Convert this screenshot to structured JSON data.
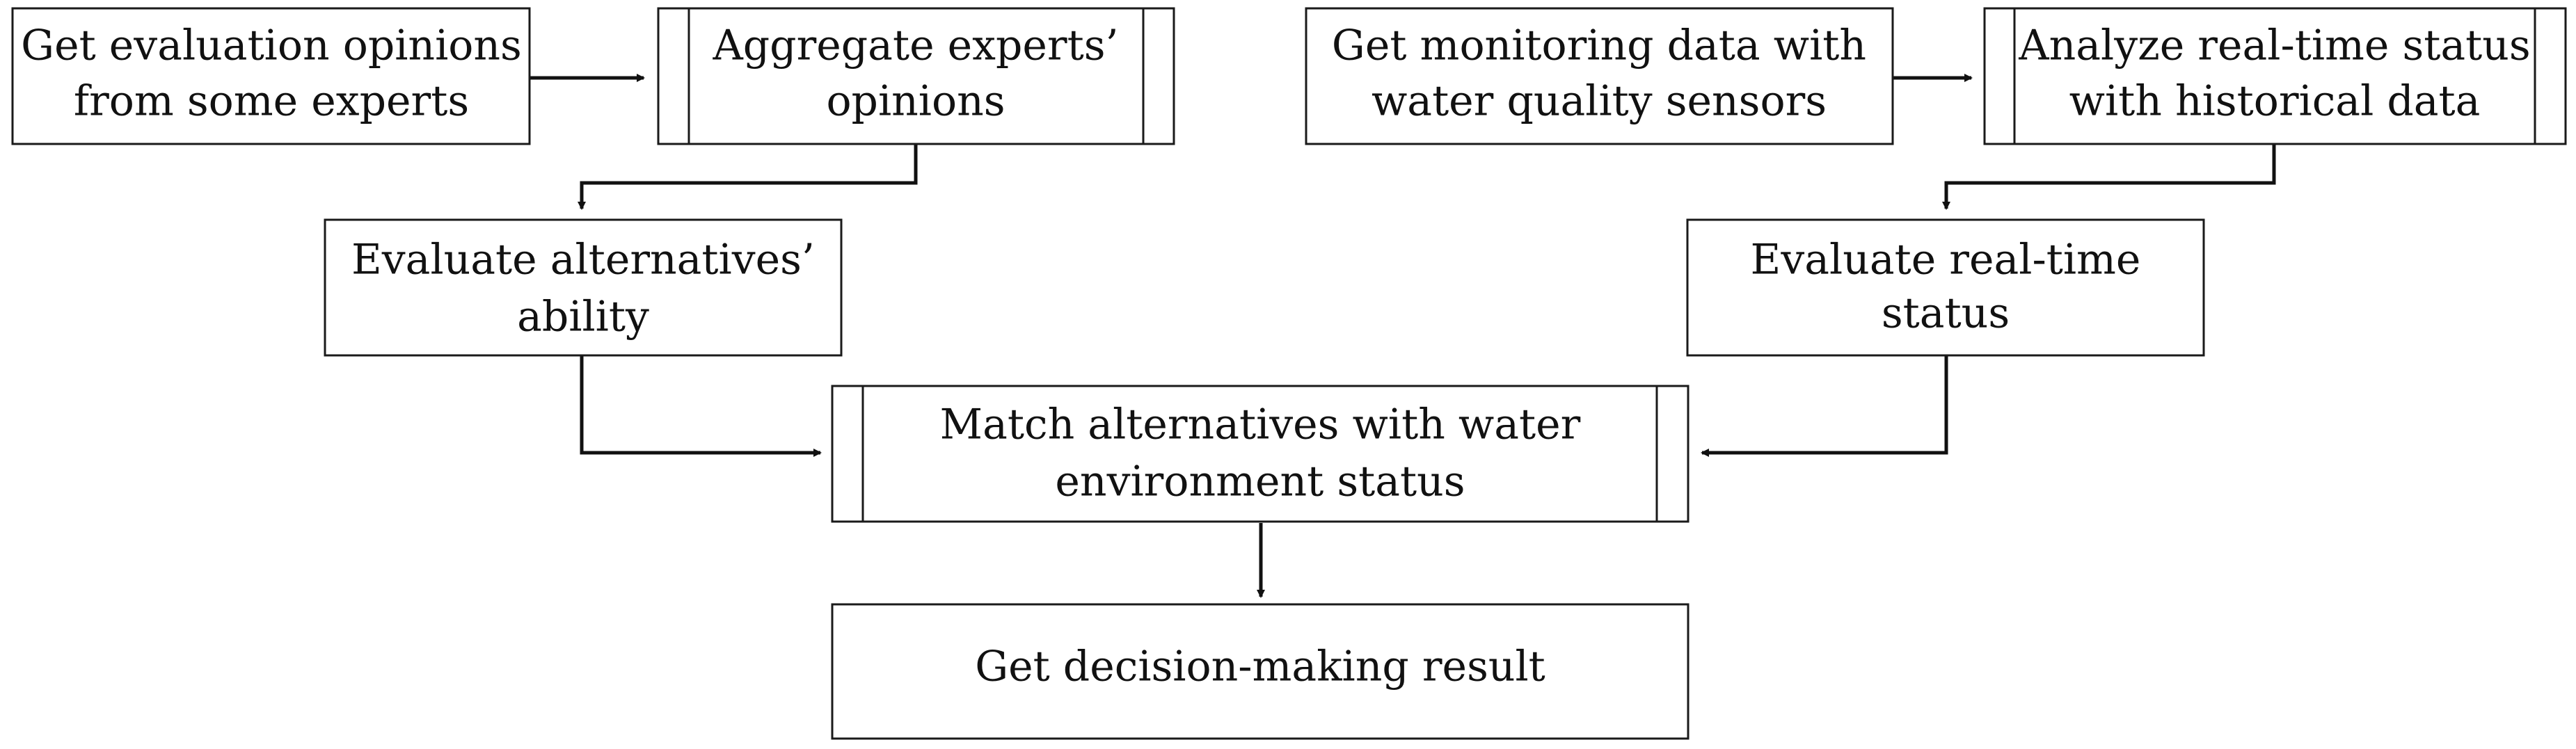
{
  "nodes": {
    "get_opinions": {
      "lines": [
        "Get evaluation opinions",
        "from some experts"
      ]
    },
    "aggregate": {
      "lines": [
        "Aggregate experts’",
        "opinions"
      ]
    },
    "get_monitoring": {
      "lines": [
        "Get monitoring data with",
        "water quality sensors"
      ]
    },
    "analyze": {
      "lines": [
        "Analyze real-time status",
        "with historical data"
      ]
    },
    "eval_alternatives": {
      "lines": [
        "Evaluate alternatives’",
        "ability"
      ]
    },
    "eval_realtime": {
      "lines": [
        "Evaluate real-time",
        "status"
      ]
    },
    "match": {
      "lines": [
        "Match alternatives with water",
        "environment status"
      ]
    },
    "result": {
      "lines": [
        "Get decision-making result"
      ]
    }
  },
  "colors": {
    "stroke": "#1a1a1a",
    "text": "#111111",
    "background": "#ffffff"
  }
}
